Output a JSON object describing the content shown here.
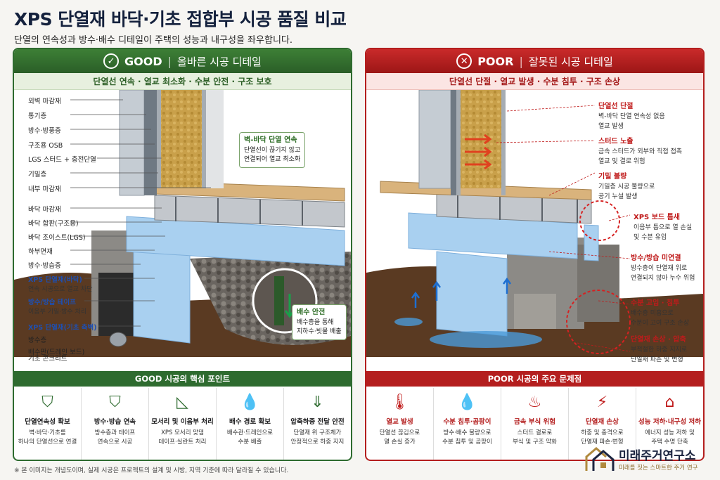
{
  "title": "XPS 단열재 바닥·기초 접합부 시공 품질 비교",
  "subtitle": "단열의 연속성과 방수·배수 디테일이 주택의 성능과 내구성을 좌우합니다.",
  "good": {
    "header_badge": "GOOD",
    "header_title": "올바른 시공 디테일",
    "tagline": "단열선 연속 · 열교 최소화 · 수분 안전 · 구조 보호",
    "labels": [
      "외벽 마감재",
      "통기층",
      "방수·방풍층",
      "구조용 OSB",
      "LGS 스터드 + 충전단열",
      "기밀층",
      "내부 마감재",
      "바닥 마감재",
      "바닥 합판(구조용)",
      "바닥 조이스트(LGS)",
      "하부면재",
      "방수·방습층"
    ],
    "blue_labels": [
      {
        "title": "XPS 단열재(바닥)",
        "desc": "연속 시공으로 열교 차단"
      },
      {
        "title": "방수/방습 테이프",
        "desc": "이음부 기밀·방수 처리"
      },
      {
        "title": "XPS 단열재(기초 측벽)",
        "desc": ""
      }
    ],
    "lower_labels": [
      "방수층",
      "배수판(드레인 보드)",
      "기초 콘크리트"
    ],
    "callout_wall": {
      "title": "벽-바닥 단열 연속",
      "line1": "단열선이 끊기지 않고",
      "line2": "연결되어 열교 최소화"
    },
    "callout_drain": {
      "title": "배수 안전",
      "line1": "배수층을 통해",
      "line2": "지하수·빗물 배출"
    },
    "section_title": "GOOD 시공의 핵심 포인트",
    "points": [
      {
        "icon": "shield-check-icon",
        "glyph": "⛉",
        "title": "단열연속성 확보",
        "d1": "벽·바닥·기초를",
        "d2": "하나의 단열선으로 연결"
      },
      {
        "icon": "shield-check-icon",
        "glyph": "⛉",
        "title": "방수·방습 연속",
        "d1": "방수층과 테이프",
        "d2": "연속으로 시공"
      },
      {
        "icon": "set-square-icon",
        "glyph": "◺",
        "title": "모서리 및 이음부 처리",
        "d1": "XPS 모서리 맞댐",
        "d2": "테이프·실란트 처리"
      },
      {
        "icon": "water-drops-icon",
        "glyph": "💧",
        "title": "배수 경로 확보",
        "d1": "배수관·드레인으로",
        "d2": "수분 배출"
      },
      {
        "icon": "load-arrow-icon",
        "glyph": "⇓",
        "title": "압축하중 전달 안전",
        "d1": "단열재 위 구조체가",
        "d2": "안정적으로 하중 지지"
      }
    ]
  },
  "poor": {
    "header_badge": "POOR",
    "header_title": "잘못된 시공 디테일",
    "tagline": "단열선 단절 · 열교 발생 · 수분 침투 · 구조 손상",
    "issues": [
      {
        "title": "단열선 단절",
        "d1": "벽-바닥 단열 연속성 없음",
        "d2": "열교 발생"
      },
      {
        "title": "스터드 노출",
        "d1": "금속 스터드가 외부와 직접 접촉",
        "d2": "열교 및 결로 위험"
      },
      {
        "title": "기밀 불량",
        "d1": "기밀층 시공 불량으로",
        "d2": "공기 누설 발생"
      },
      {
        "title": "XPS 보드 틈새",
        "d1": "이음부 틈으로 열 손실",
        "d2": "및 수분 유입"
      },
      {
        "title": "방수/방습 미연결",
        "d1": "방수층이 단열재 위로",
        "d2": "연결되지 않아 누수 위험"
      },
      {
        "title": "수분 고임 · 침투",
        "d1": "배수층 미흡으로",
        "d2": "수분이 고여 구조 손상"
      },
      {
        "title": "단열재 손상 · 압축",
        "d1": "부적절한 하중 지지로",
        "d2": "단열재 파손 및 변형"
      }
    ],
    "section_title": "POOR 시공의 주요 문제점",
    "points": [
      {
        "icon": "thermometer-icon",
        "glyph": "🌡",
        "title": "열교 발생",
        "d1": "단열선 끊김으로",
        "d2": "열 손실 증가"
      },
      {
        "icon": "water-drop-icon",
        "glyph": "💧",
        "title": "수분 침투·곰팡이",
        "d1": "방수·배수 불량으로",
        "d2": "수분 침투 및 곰팡이"
      },
      {
        "icon": "rust-icon",
        "glyph": "♨",
        "title": "금속 부식 위험",
        "d1": "스터드 결로로",
        "d2": "부식 및 구조 약화"
      },
      {
        "icon": "crack-icon",
        "glyph": "⚡",
        "title": "단열재 손상",
        "d1": "하중 및 충격으로",
        "d2": "단열재 파손·변형"
      },
      {
        "icon": "house-icon",
        "glyph": "⌂",
        "title": "성능 저하·내구성 저하",
        "d1": "에너지 성능 저하 및",
        "d2": "주택 수명 단축"
      }
    ]
  },
  "footnote": "※ 본 이미지는 개념도이며, 실제 시공은 프로젝트의 설계 및 시방, 지역 기준에 따라 달라질 수 있습니다.",
  "brand": {
    "name": "미래주거연구소",
    "tagline": "미래를 짓는 스마트한 주거 연구"
  },
  "colors": {
    "good": "#2e6b2f",
    "poor": "#b41e1e",
    "xps": "#a9d0f0",
    "label_blue": "#1f4fb0"
  }
}
